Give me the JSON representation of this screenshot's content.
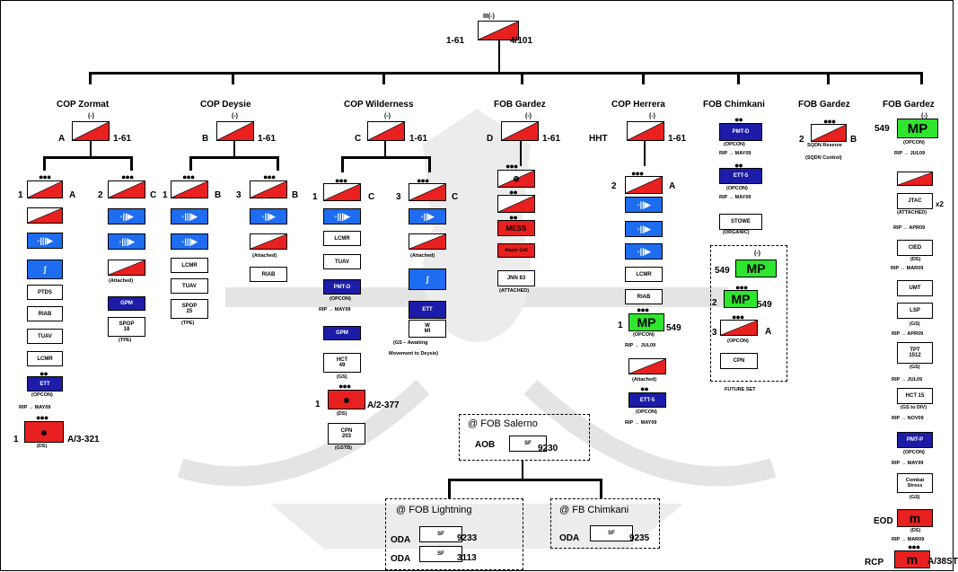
{
  "root": {
    "size": "III(-)",
    "left": "1-61",
    "right": "4/101"
  },
  "columns": [
    {
      "title": "COP Zormat",
      "unit": "A",
      "parent": "1-61",
      "size": "(-)"
    },
    {
      "title": "COP Deysie",
      "unit": "B",
      "parent": "1-61",
      "size": "(-)"
    },
    {
      "title": "COP Wilderness",
      "unit": "C",
      "parent": "1-61",
      "size": "(-)"
    },
    {
      "title": "FOB Gardez",
      "unit": "D",
      "parent": "1-61",
      "size": "(-)"
    },
    {
      "title": "COP Herrera",
      "unit": "HHT",
      "parent": "1-61",
      "size": "(-)"
    },
    {
      "title": "FOB Chimkani"
    },
    {
      "title": "FOB Gardez",
      "unit": "2",
      "parent": "B"
    },
    {
      "title": "FOB Gardez",
      "unit": "549",
      "mp": "MP",
      "size": "(-)"
    }
  ],
  "zormat": {
    "plt1": {
      "num": "1",
      "co": "A"
    },
    "plt2": {
      "num": "2",
      "co": "C"
    },
    "left_items": [
      "PTDS",
      "RIAB",
      "TUAV",
      "LCMR"
    ],
    "ett": "ETT",
    "ett_opcon": "(OPCON)",
    "rip": "RIP → MAY09",
    "arty": {
      "num": "1",
      "unit": "A/3-321",
      "sub": "(DS)"
    },
    "right_att": "(Attached)",
    "gpm": "GPM",
    "spop": "SPOP",
    "spop_n": "18",
    "spop_sub": "(TPE)"
  },
  "deysie": {
    "plt1": {
      "num": "1",
      "co": "B"
    },
    "plt3": {
      "num": "3",
      "co": "B"
    },
    "lcmr": "LCMR",
    "tuav": "TUAV",
    "spop": "SPOP",
    "spop_n": "25",
    "spop_sub": "(TPE)",
    "att": "(Attached)",
    "riab": "RIAB"
  },
  "wilderness": {
    "plt1": {
      "num": "1",
      "co": "C"
    },
    "plt3": {
      "num": "3",
      "co": "C"
    },
    "lcmr": "LCMR",
    "tuav": "TUAV",
    "pmt": "PMT-D",
    "opcon": "(OPCON)",
    "rip": "RIP → MAY09",
    "gpm": "GPM",
    "hct": "HCT",
    "hct_n": "49",
    "gs": "(GS)",
    "eng": {
      "num": "1",
      "unit": "A/2-377",
      "sub": "(DS)"
    },
    "cpn": "CPN",
    "cpn_n": "203",
    "cpn_sub": "(GSTB)",
    "att": "(Attached)",
    "ett": "ETT",
    "mi": "MI",
    "mi_sub": "(GS – Awaiting",
    "mi_sub2": "Movement to Deysie)"
  },
  "gardezD": {
    "mess": "MESS",
    "mayor": "Mayor Cell",
    "jnn": "JNN 83",
    "att": "(ATTACHED)"
  },
  "herrera": {
    "plt": {
      "num": "2",
      "co": "A"
    },
    "lcmr": "LCMR",
    "riab": "RIAB",
    "mp": {
      "num": "1",
      "label": "MP",
      "unit": "549",
      "sub": "(OPCON)"
    },
    "rip": "RIP → JUL09",
    "att": "(Attached)",
    "ett": "ETT-5",
    "opcon": "(OPCON)",
    "rip2": "RIP → MAY09"
  },
  "chimkani": {
    "pmt": "PMT-D",
    "opcon": "(OPCON)",
    "rip": "RIP → MAY09",
    "ett": "ETT-5",
    "opcon2": "(OPCON)",
    "rip2": "RIP → MAY09",
    "stowe": "STOWE",
    "organic": "(ORGANIC)",
    "mp1": {
      "num": "549",
      "label": "MP",
      "size": "(-)"
    },
    "mp2": {
      "num": "2",
      "label": "MP",
      "unit": "549"
    },
    "mp3": {
      "num": "3",
      "unit": "A",
      "sub": "(OPCON)"
    },
    "cpn": "CPN",
    "future": "FUTURE SET"
  },
  "gardezB": {
    "reserve": "SQDN Reserve",
    "control": "(SQDN Control)"
  },
  "gardez549": {
    "opcon": "(OPCON)",
    "rip1": "RIP → JUL09",
    "jtac": "JTAC",
    "jtac_sub": "(ATTACHED)",
    "x2": "x2",
    "rip2": "RIP → APR09",
    "cied": "CIED",
    "ds": "(DS)",
    "rip3": "RIP → MAR09",
    "umt": "UMT",
    "lsp": "LSP",
    "gs": "(GS)",
    "rip4": "RIP → APR09",
    "tpt": "TPT",
    "tpt_n": "1512",
    "gs2": "(GS)",
    "rip5": "RIP → JUL09",
    "hct": "HCT 15",
    "hct_sub": "(GS to DIV)",
    "rip6": "RIP → NOV09",
    "pmt": "PMT-P",
    "opcon2": "(OPCON)",
    "rip7": "RIP → MAY09",
    "combat": "Combat",
    "stress": "Stress",
    "gs3": "(GS)",
    "eod": "EOD",
    "ds2": "(DS)",
    "rip8": "RIP → MAR09",
    "rcp": "RCP",
    "rcp_unit": "A/38ST"
  },
  "salerno": {
    "title": "@ FOB Salerno",
    "aob": "AOB",
    "sf": "SF",
    "sf_n": "9230"
  },
  "lightning": {
    "title": "@ FOB Lightning",
    "oda1": "ODA",
    "sf1": "SF",
    "n1": "9233",
    "oda2": "ODA",
    "sf2": "SF",
    "n2": "3113"
  },
  "chimkaniSF": {
    "title": "@ FB Chimkani",
    "oda": "ODA",
    "sf": "SF",
    "n": "9235"
  },
  "colors": {
    "red": "#e8201f",
    "blue": "#1c1ca8",
    "lightblue": "#1e6cf0",
    "green": "#2fe62f"
  }
}
